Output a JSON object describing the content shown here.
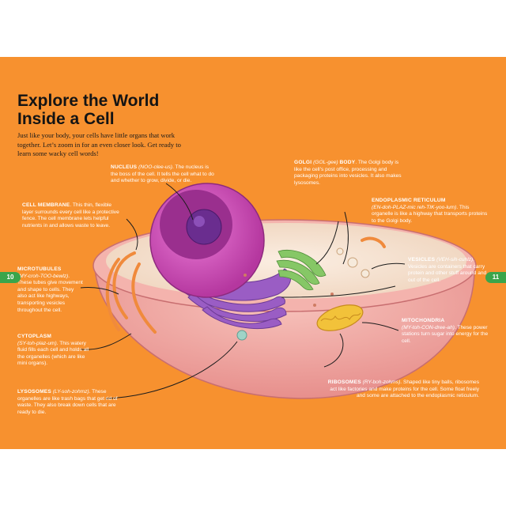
{
  "title": {
    "line1": "Explore the World",
    "line2": "Inside a Cell"
  },
  "intro": "Just like your body, your cells have little organs that work together. Let’s zoom in for an even closer look. Get ready to learn some wacky cell words!",
  "labels": {
    "nucleus": {
      "term": "Nucleus",
      "pron": "(NOO-clee-us)",
      "body": ". The nucleus is the boss of the cell. It tells the cell what to do and whether to grow, divide, or die."
    },
    "membrane": {
      "term": "Cell membrane",
      "pron": "",
      "body": ". This thin, flexible layer surrounds every cell like a protective fence. The cell membrane lets helpful nutrients in and allows waste to leave."
    },
    "microtubules": {
      "term": "Microtubules",
      "pron": "(MY-croh-TOO-bewlz)",
      "body": ". These tubes give movement and shape to cells. They also act like highways, transporting vesicles throughout the cell."
    },
    "cytoplasm": {
      "term": "Cytoplasm",
      "pron": "(SY-toh-plaz-um)",
      "body": ". This watery fluid fills each cell and holds all the organelles (which are like mini organs)."
    },
    "lysosomes": {
      "term": "Lysosomes",
      "pron": "(LY-soh-zohmz)",
      "body": ". These organelles are like trash bags that get rid of waste. They also break down cells that are ready to die."
    },
    "golgi": {
      "term": "Golgi",
      "pron": "(GOL-gee)",
      "term2": "body",
      "body": ". The Golgi body is like the cell’s post office, processing and packaging proteins into vesicles. It also makes lysosomes."
    },
    "er": {
      "term": "Endoplasmic reticulum",
      "pron": "(EN-doh-PLAZ-mic reh-TIK-yoo-lum)",
      "body": ". This organelle is like a highway that transports proteins to the Golgi body."
    },
    "vesicles": {
      "term": "Vesicles",
      "pron": "(VEH-sih-cuhlz)",
      "body": ". Vesicles are containers that carry protein and other stuff around and out of the cell."
    },
    "mitochondria": {
      "term": "Mitochondria",
      "pron": "(MY-toh-CON-dree-ah)",
      "body": ". These power stations turn sugar into energy for the cell."
    },
    "ribosomes": {
      "term": "Ribosomes",
      "pron": "(RY-boh-zohms)",
      "body": ". Shaped like tiny balls, ribosomes act like factories and make proteins for the cell. Some float freely and some are attached to the endoplasmic reticulum."
    }
  },
  "page_numbers": {
    "left": "10",
    "right": "11"
  },
  "colors": {
    "background": "#f7912f",
    "page_number": "#3aa54b",
    "cell_shell": "#f0a5a0",
    "cytoplasm": "#f5e3d2",
    "nucleus": "#d14fc0",
    "er": "#8a52b8",
    "golgi": "#7fc35f",
    "mitochondria": "#f2c23a"
  }
}
